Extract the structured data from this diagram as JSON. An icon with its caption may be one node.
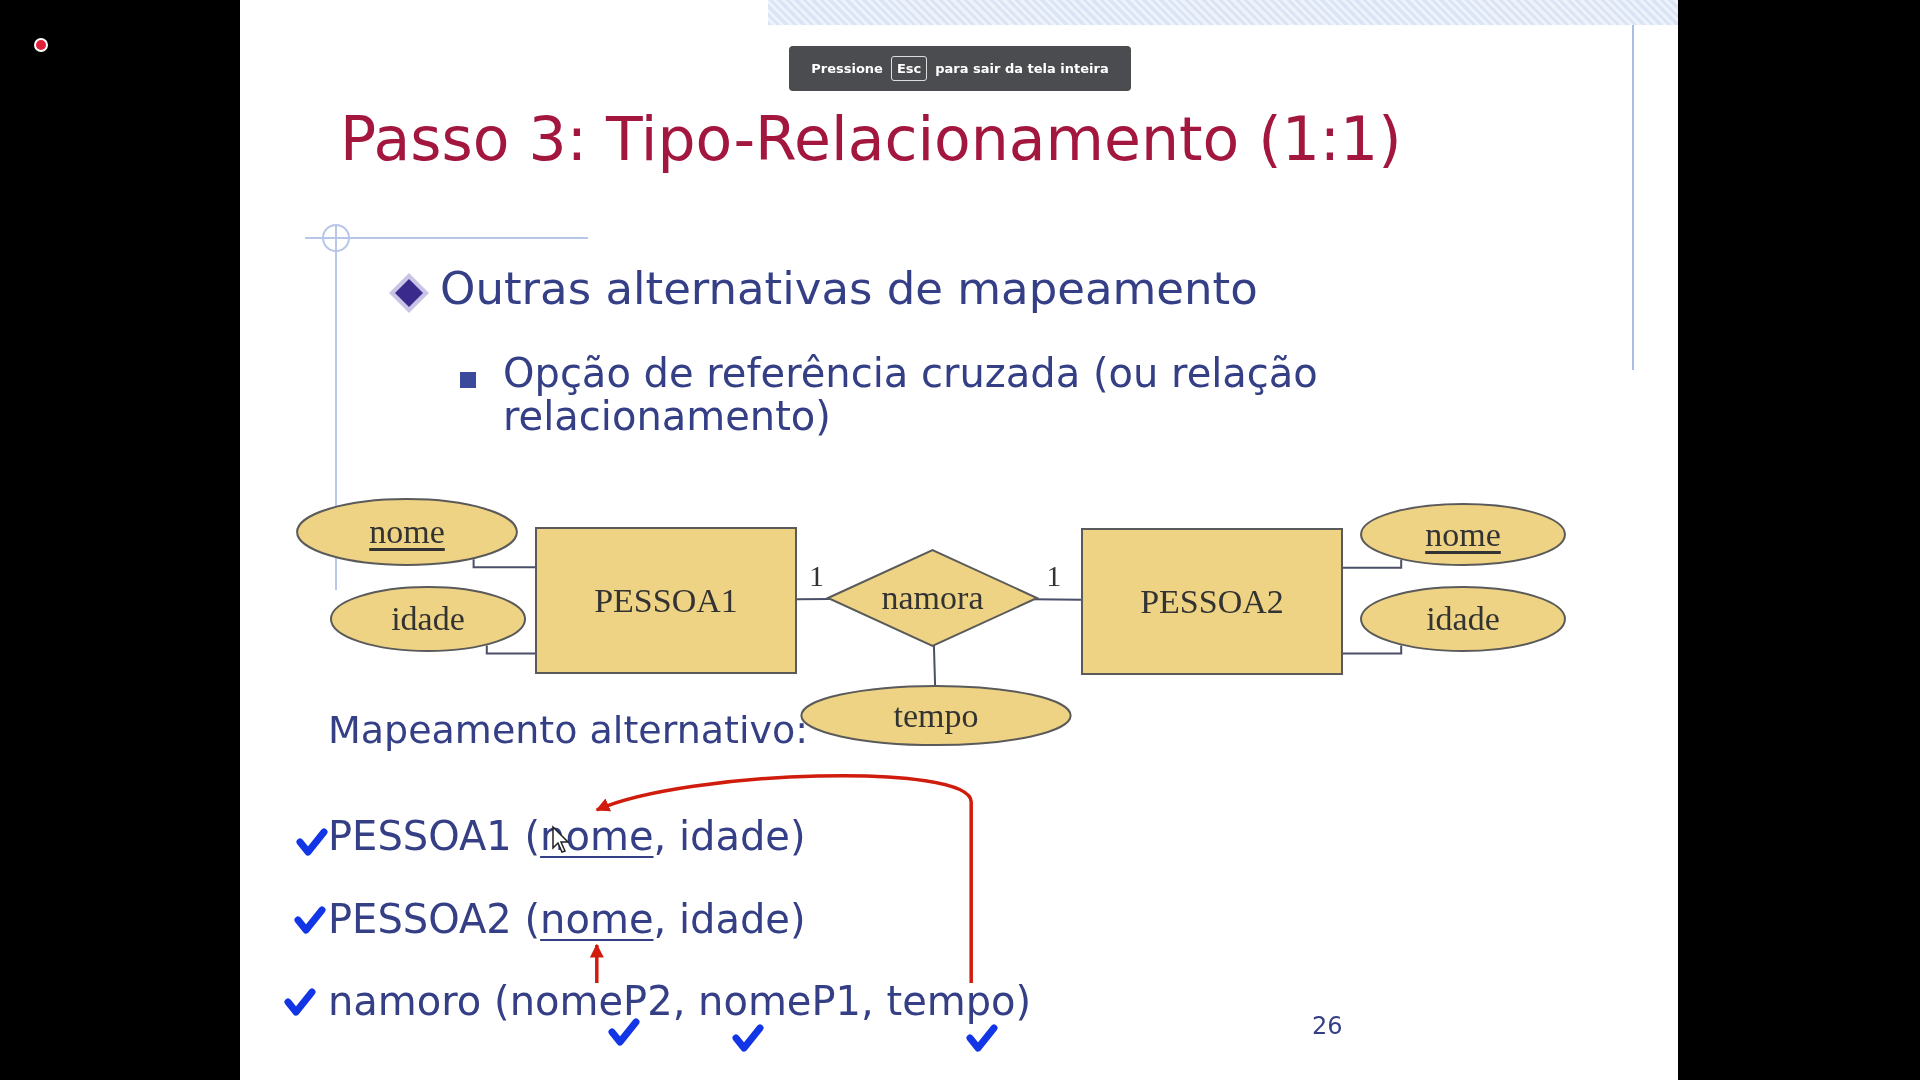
{
  "diagram": {
    "title": "Passo 3: Tipo-Relacionamento (1:1)",
    "nodes": [
      {
        "text": [
          "nome"
        ]
      },
      {
        "text": [
          "idade"
        ]
      },
      {
        "text": [
          "PESSOA1"
        ]
      },
      {
        "text": [
          "namora"
        ]
      },
      {
        "text": [
          "PESSOA2"
        ]
      },
      {
        "text": [
          "nome"
        ]
      },
      {
        "text": [
          "idade"
        ]
      },
      {
        "text": [
          "tempo"
        ]
      },
      {
        "text": [
          "PESSOA1 (nome, idade)"
        ]
      },
      {
        "text": [
          "PESSOA2 (nome, idade)"
        ]
      },
      {
        "text": [
          "namoro (nomeP2, nomeP1, tempo)"
        ]
      },
      {
        "text": [],
        "shape": "bar"
      }
    ],
    "edges": [
      {
        "from": 2,
        "to": 0,
        "arrow": "none"
      },
      {
        "from": 2,
        "to": 1,
        "arrow": "none"
      },
      {
        "from": 2,
        "to": 3,
        "arrow": "none",
        "label": "1"
      },
      {
        "from": 3,
        "to": 4,
        "arrow": "none",
        "label": "1"
      },
      {
        "from": 4,
        "to": 5,
        "arrow": "none"
      },
      {
        "from": 4,
        "to": 6,
        "arrow": "none"
      },
      {
        "from": 3,
        "to": 7,
        "arrow": "none"
      },
      {
        "from": 10,
        "to": 9,
        "arrow": "to",
        "color": "#d01c0c"
      },
      {
        "from": 10,
        "to": 8,
        "arrow": "to",
        "color": "#d01c0c"
      }
    ],
    "labels": [
      "Pressione",
      "Esc",
      "para sair da tela inteira",
      "Outras alternativas de mapeamento",
      "Opção de referência cruzada (ou relação relacionamento)",
      "Mapeamento alternativo:",
      "26"
    ]
  }
}
